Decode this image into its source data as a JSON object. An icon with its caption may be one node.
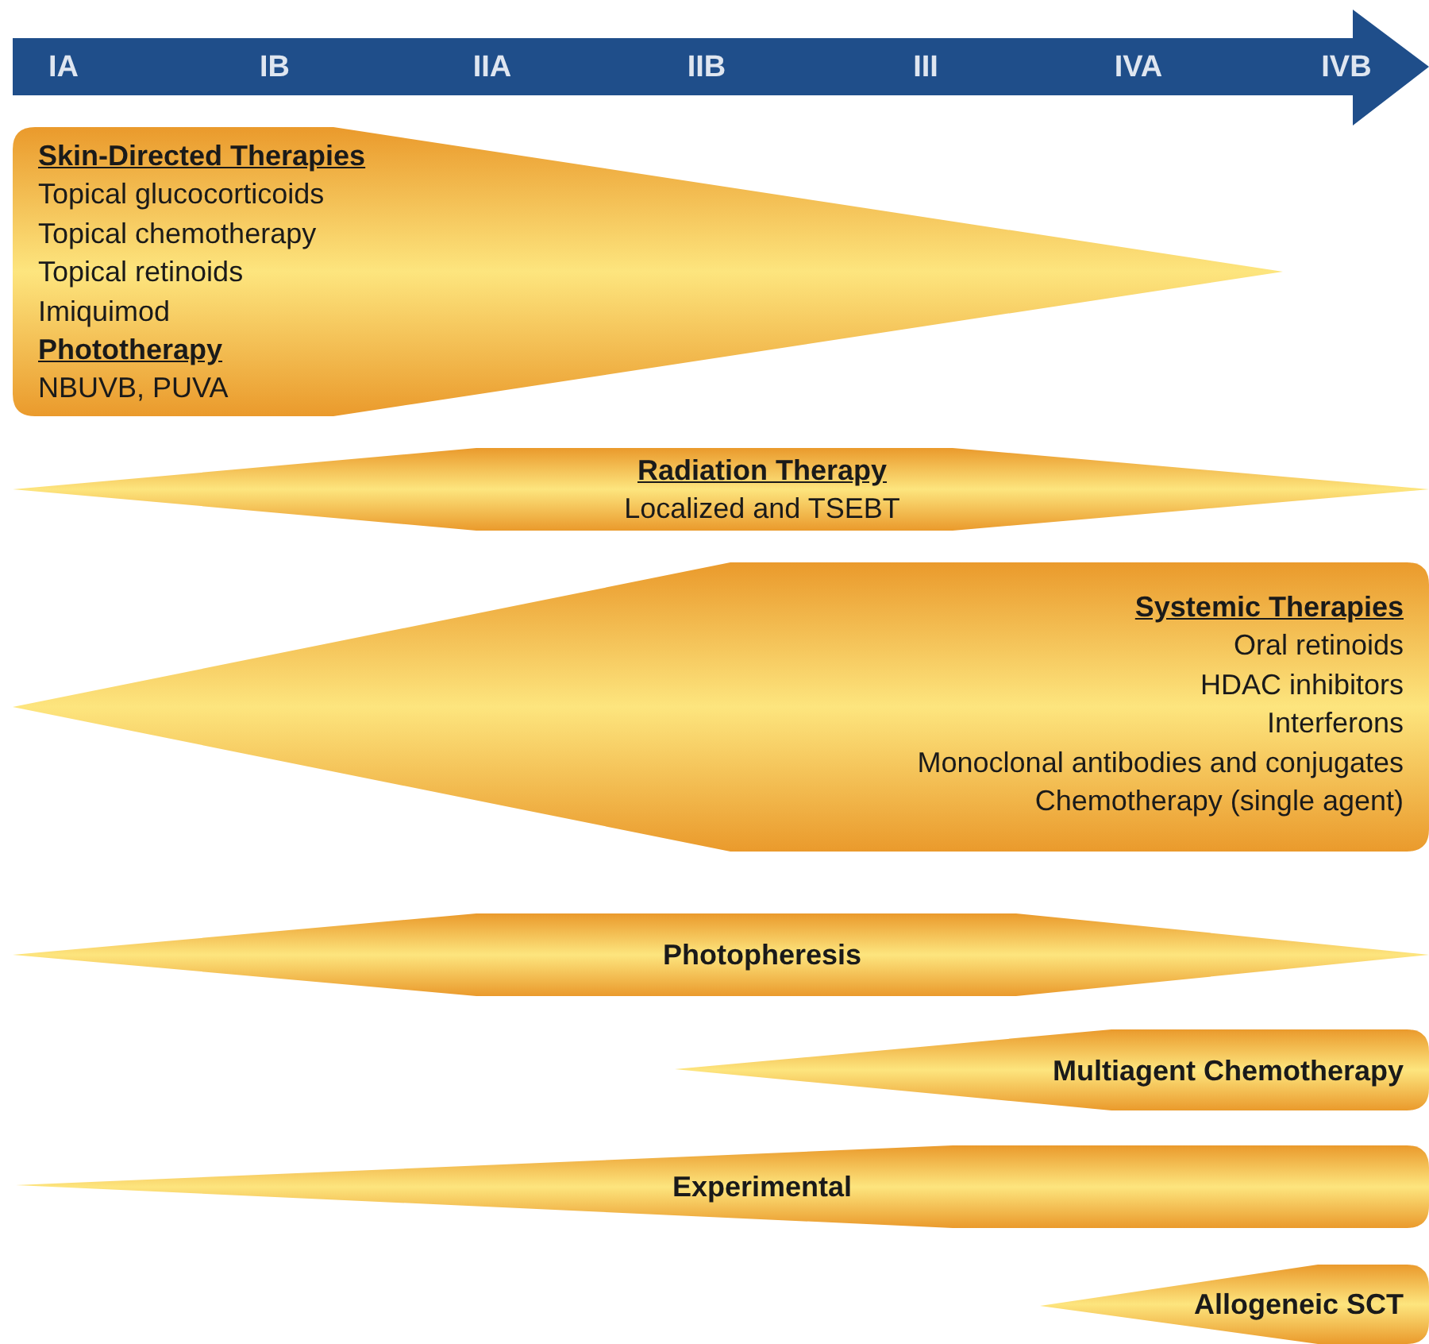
{
  "diagram": {
    "nodes": [
      {
        "text": [
          "Skin-Directed Therapies",
          "Topical glucocorticoids",
          "Topical chemotherapy",
          "Topical retinoids",
          "Imiquimod",
          "Phototherapy",
          "NBUVB, PUVA"
        ]
      },
      {
        "text": [
          "Radiation Therapy",
          "Localized and TSEBT"
        ]
      },
      {
        "text": [
          "Systemic Therapies",
          "Oral retinoids",
          "HDAC inhibitors",
          "Interferons",
          "Monoclonal antibodies and conjugates",
          "Chemotherapy (single agent)"
        ]
      },
      {
        "text": [
          "Photopheresis"
        ]
      },
      {
        "text": [
          "Multiagent Chemotherapy"
        ]
      },
      {
        "text": [
          "Experimental"
        ]
      },
      {
        "text": [
          "Allogeneic SCT"
        ]
      }
    ],
    "edges": [],
    "labels": [
      "IA",
      "IB",
      "IIA",
      "IIB",
      "III",
      "IVA",
      "IVB"
    ]
  }
}
